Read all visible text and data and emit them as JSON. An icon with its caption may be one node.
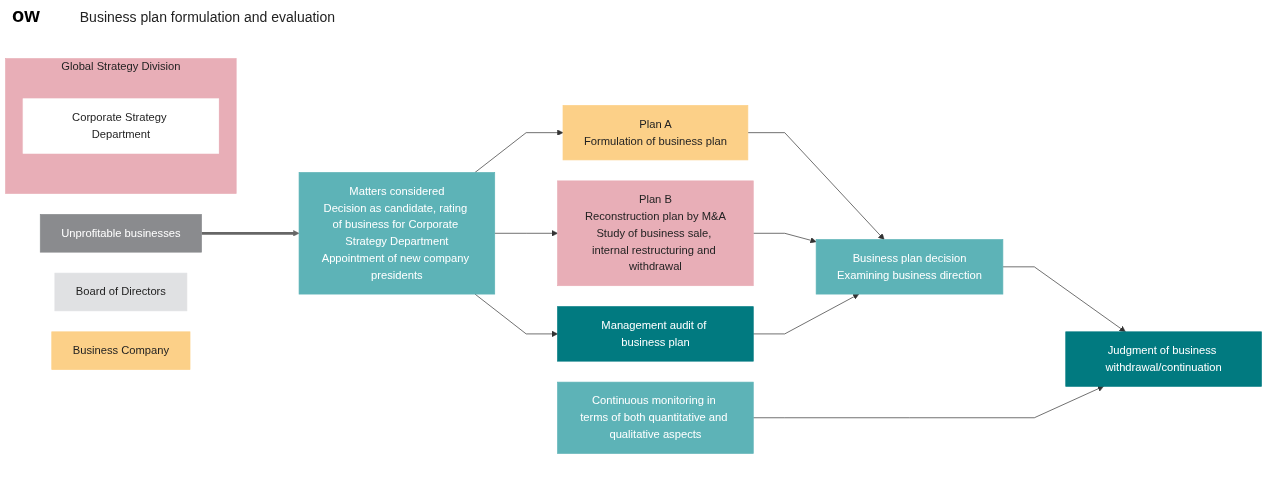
{
  "diagram": {
    "title": "ow",
    "nodes": [
      {
        "text": [
          "Unprofitable businesses"
        ]
      },
      {
        "text": [
          "Board of Directors"
        ]
      },
      {
        "text": [
          "Business Company"
        ]
      },
      {
        "text": [
          "Global Strategy Division"
        ]
      },
      {
        "text": [
          "Corporate Strategy Department"
        ],
        "in": 3
      },
      {
        "text": [
          "Matters considered",
          "Decision as candidate, rating of business for Corporate Strategy Department",
          "Appointment of new company presidents"
        ]
      },
      {
        "text": [
          "Plan A",
          "Formulation of business plan"
        ]
      },
      {
        "text": [
          "Plan B",
          "Reconstruction plan by M&A",
          "Study of business sale, internal restructuring and withdrawal"
        ]
      },
      {
        "text": [
          "Management audit of business plan"
        ]
      },
      {
        "text": [
          "Business plan decision",
          "Examining business direction"
        ]
      },
      {
        "text": [
          "Continuous monitoring in terms of both quantitative and qualitative aspects"
        ]
      },
      {
        "text": [
          "Judgment of business withdrawal/continuation"
        ]
      }
    ],
    "edges": [
      {
        "from": 0,
        "to": 5,
        "arrow": "to",
        "style": "thick",
        "color": "#666666"
      },
      {
        "from": 5,
        "to": 6,
        "arrow": "to"
      },
      {
        "from": 5,
        "to": 7,
        "arrow": "to"
      },
      {
        "from": 5,
        "to": 8,
        "arrow": "to"
      },
      {
        "from": 6,
        "to": 9,
        "arrow": "to"
      },
      {
        "from": 7,
        "to": 9,
        "arrow": "to"
      },
      {
        "from": 8,
        "to": 9,
        "arrow": "to"
      },
      {
        "from": 9,
        "to": 11,
        "arrow": "to"
      },
      {
        "from": 10,
        "to": 11,
        "arrow": "to"
      }
    ],
    "labels": [
      "Business plan formulation and evaluation"
    ]
  }
}
